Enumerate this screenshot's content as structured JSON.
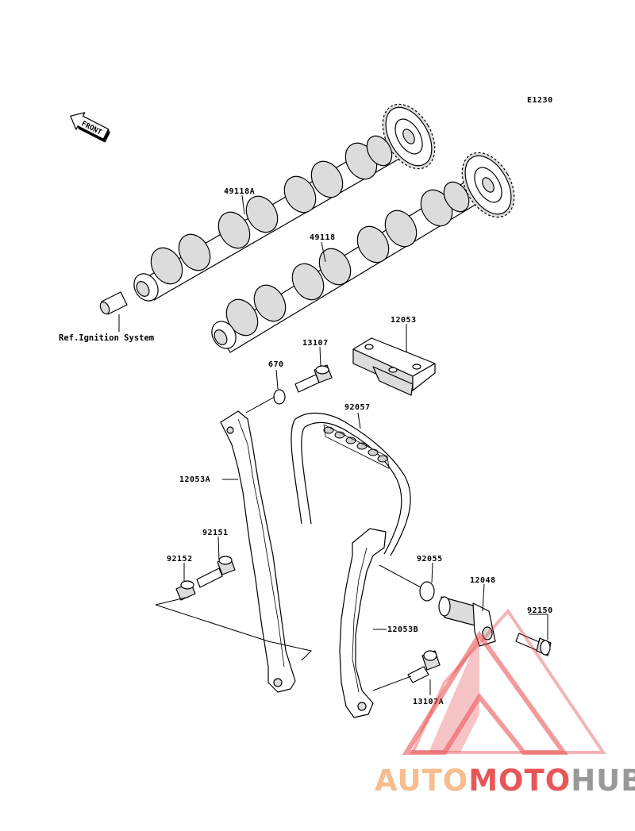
{
  "diagram_code": "E1230",
  "front_marker": "FRONT",
  "reference_note": "Ref.Ignition System",
  "parts": [
    {
      "id": "p_49118A",
      "number": "49118A"
    },
    {
      "id": "p_49118",
      "number": "49118"
    },
    {
      "id": "p_12053",
      "number": "12053"
    },
    {
      "id": "p_13107",
      "number": "13107"
    },
    {
      "id": "p_670",
      "number": "670"
    },
    {
      "id": "p_92057",
      "number": "92057"
    },
    {
      "id": "p_12053A",
      "number": "12053A"
    },
    {
      "id": "p_92151",
      "number": "92151"
    },
    {
      "id": "p_92152",
      "number": "92152"
    },
    {
      "id": "p_92055",
      "number": "92055"
    },
    {
      "id": "p_12048",
      "number": "12048"
    },
    {
      "id": "p_92150",
      "number": "92150"
    },
    {
      "id": "p_12053B",
      "number": "12053B"
    },
    {
      "id": "p_13107A",
      "number": "13107A"
    }
  ],
  "watermark": {
    "part1": "AUTO",
    "part2": "MOTO",
    "part3": "HUB",
    "color_light": "#f6b27c",
    "color_red": "#e4393c",
    "color_gray": "#888888"
  }
}
